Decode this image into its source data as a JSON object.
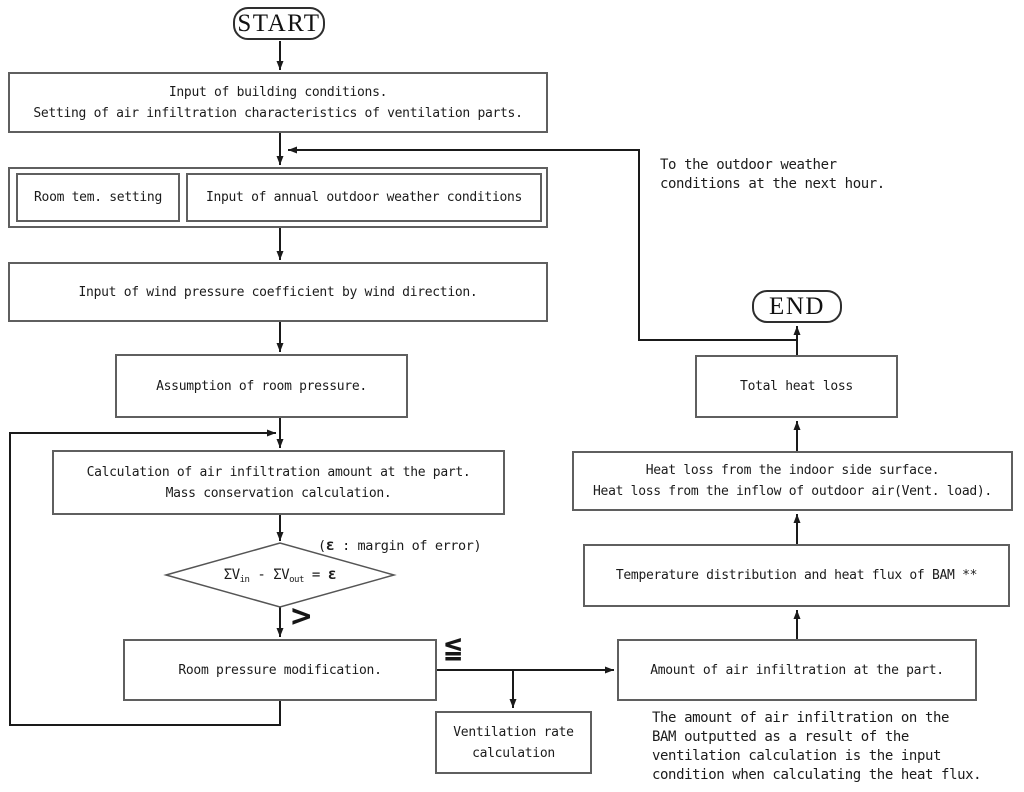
{
  "terminals": {
    "start": "START",
    "end": "END"
  },
  "nodes": {
    "input_building": {
      "line1": "Input of building conditions.",
      "line2": "Setting of air infiltration characteristics of ventilation parts."
    },
    "room_temp_setting": {
      "label": "Room tem. setting"
    },
    "annual_weather": {
      "label": "Input of annual outdoor weather conditions"
    },
    "wind_pressure": {
      "label": "Input of wind pressure coefficient by wind direction."
    },
    "room_pressure_assumption": {
      "label": "Assumption of room pressure."
    },
    "infiltration_calc": {
      "line1": "Calculation of air infiltration amount at the part.",
      "line2": "Mass conservation calculation."
    },
    "decision": {
      "sigma_v1": "ΣV",
      "sub_in": "in",
      "minus": " - ",
      "sigma_v2": "ΣV",
      "sub_out": "out",
      "equals": " = ",
      "epsilon": "ε"
    },
    "room_pressure_modification": {
      "label": "Room pressure modification."
    },
    "ventilation_rate": {
      "line1": "Ventilation rate",
      "line2": "calculation"
    },
    "infiltration_amount": {
      "label": "Amount of air infiltration at the part."
    },
    "temperature_distribution": {
      "label": "Temperature distribution and heat flux of BAM **"
    },
    "heat_loss": {
      "line1": "Heat loss from the indoor side surface.",
      "line2": "Heat loss from the inflow of outdoor air(Vent. load)."
    },
    "total_heat_loss": {
      "label": "Total heat loss"
    }
  },
  "labels": {
    "greater_than": ">",
    "less_equal": "≦",
    "epsilon_note_open": "(",
    "epsilon_note_symbol": "ε",
    "epsilon_note_rest": " : margin of error)"
  },
  "side_notes": {
    "next_hour": {
      "line1": "To the outdoor weather",
      "line2": "conditions at the next hour."
    },
    "bam_note": {
      "line1": "The amount of air infiltration on the",
      "line2": "BAM outputted as a result of the",
      "line3": "ventilation calculation is the input",
      "line4": "condition when calculating the heat flux."
    }
  },
  "colors": {
    "background": "#ffffff",
    "line": "#1a1a1a",
    "box_border": "#5f5f5f",
    "text": "#1b1b1b"
  }
}
